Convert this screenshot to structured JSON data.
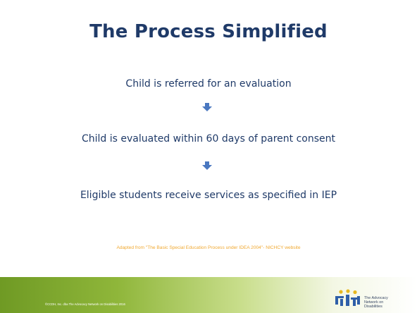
{
  "slide": {
    "title": "The Process Simplified",
    "steps": [
      "Child is referred for an evaluation",
      "Child is evaluated within 60 days of parent consent",
      "Eligible students receive services as specified in IEP"
    ],
    "arrow_icon": "arrow-down-icon",
    "credit": "Adapted from  \"The Basic  Special Education Process under IDEA 2004\"- NICHCY website",
    "footer": {
      "copyright": "©CCDH, Inc. dba The Advocacy Network on Disabilities 2016",
      "logo_lines": [
        "The Advocacy",
        "Network on",
        "Disabilities"
      ]
    }
  },
  "colors": {
    "title": "#1f3a68",
    "text": "#1f3a68",
    "arrow": "#4a78c0",
    "credit": "#f0a830",
    "footer_green": "#8fb63a",
    "logo_blue": "#2f5fa8",
    "logo_yellow": "#e6b820"
  }
}
